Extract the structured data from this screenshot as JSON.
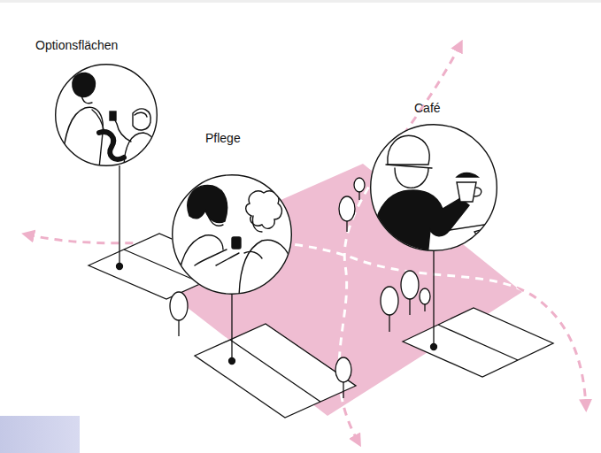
{
  "diagram": {
    "nodes": [
      {
        "text": [
          "Optionsflächen"
        ]
      },
      {
        "text": [
          "Pflege"
        ]
      },
      {
        "text": [
          "Café"
        ]
      }
    ]
  }
}
